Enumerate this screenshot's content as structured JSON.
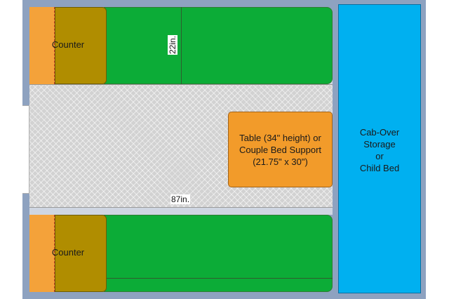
{
  "diagram": {
    "counter_top_label": "Counter",
    "counter_bottom_label": "Counter",
    "dimension_depth": "22in.",
    "dimension_length": "87in.",
    "table_label_lines": [
      "Table (34\" height) or",
      "Couple Bed Support",
      "(21.75\" x 30\")"
    ],
    "cab_label_lines": [
      "Cab-Over",
      "Storage",
      "or",
      "Child Bed"
    ]
  },
  "colors": {
    "wall": "#8ea2c0",
    "floor": "#d2d2d2",
    "seat": "#0cac37",
    "counter_olive": "#b08d00",
    "counter_orange": "#f4a23a",
    "table": "#f29b2a",
    "cab": "#00b0f0"
  }
}
